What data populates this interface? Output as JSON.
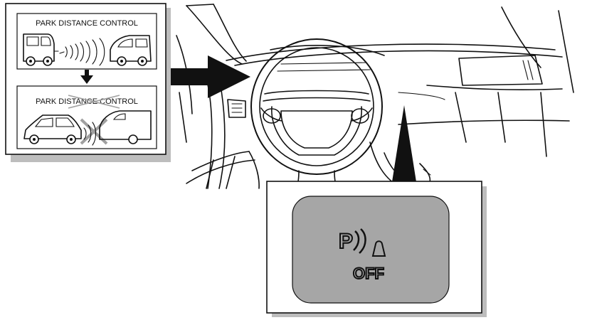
{
  "inset": {
    "top_label": "PARK DISTANCE CONTROL",
    "bottom_label": "PARK DISTANCE CONTROL"
  },
  "button": {
    "symbol": "P",
    "state_text": "OFF",
    "color": "#a6a6a6"
  },
  "colors": {
    "shadow": "#bdbdbd",
    "cross": "#a0a0a0",
    "line": "#111111"
  }
}
